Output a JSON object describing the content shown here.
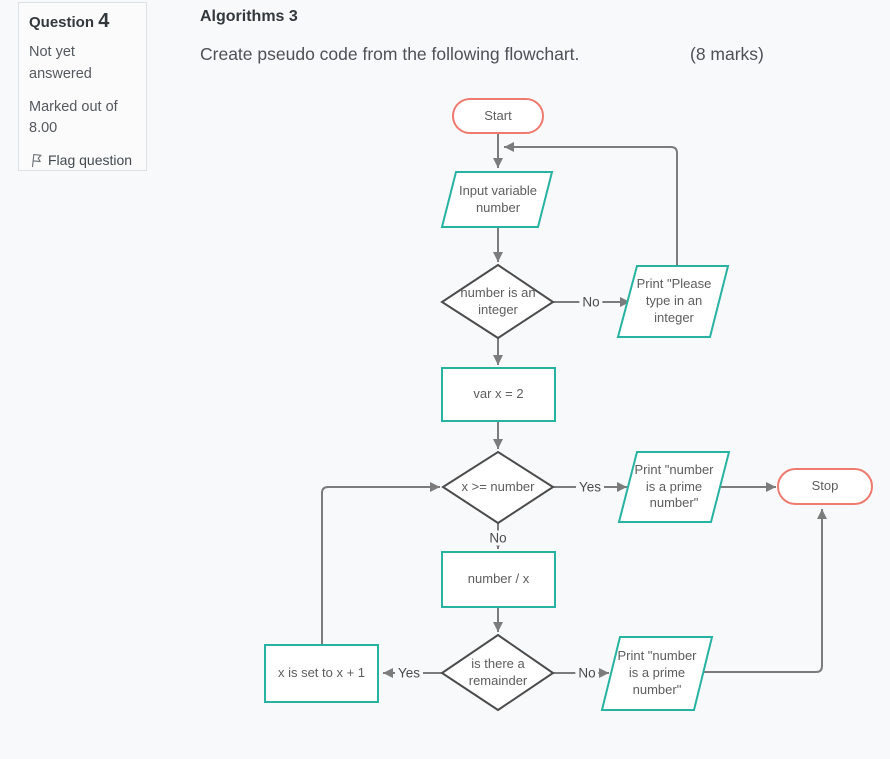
{
  "sidebar": {
    "question_word": "Question",
    "question_number": "4",
    "status_line": "Not yet answered",
    "marked_line": "Marked out of 8.00",
    "flag_label": "Flag question"
  },
  "header": {
    "title": "Algorithms 3",
    "prompt": "Create pseudo code from the following flowchart.",
    "marks": "(8 marks)"
  },
  "flow": {
    "start": "Start",
    "input": "Input variable number",
    "check_integer": "number is an integer",
    "print_please": "Print \"Please type in an integer",
    "var_x": "var x = 2",
    "check_x": "x >= number",
    "print_prime_1": "Print \"number is a prime number\"",
    "stop": "Stop",
    "divide": "number / x",
    "check_remainder": "is there a remainder",
    "print_prime_2": "Print \"number is a prime number\"",
    "increment": "x is set to x + 1"
  },
  "edge_labels": {
    "integer_no": "No",
    "x_yes": "Yes",
    "x_no": "No",
    "remainder_no": "No",
    "remainder_yes": "Yes"
  },
  "colors": {
    "teal": "#28b2a2",
    "terminator_red": "#ee7a70",
    "connector_gray": "#7c7c7c",
    "diamond_stroke": "#4c4c4c"
  }
}
